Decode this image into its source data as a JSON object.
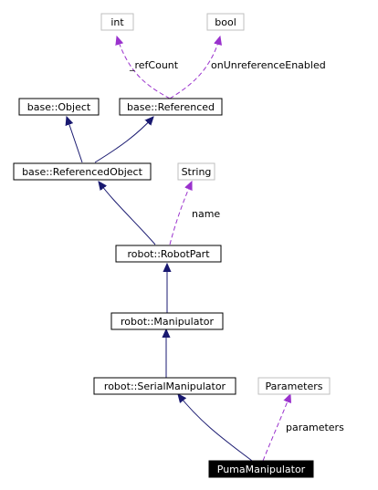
{
  "colors": {
    "inheritance_edge": "#191970",
    "member_edge": "#9a32cd",
    "node_border": "#000000",
    "external_node_border": "#bfbfbf",
    "focus_node_fill": "#000000",
    "focus_node_text": "#ffffff"
  },
  "nodes": {
    "int": "int",
    "bool": "bool",
    "base_object": "base::Object",
    "base_referenced": "base::Referenced",
    "base_referenced_object": "base::ReferencedObject",
    "string": "String",
    "robot_part": "robot::RobotPart",
    "manipulator": "robot::Manipulator",
    "serial_manipulator": "robot::SerialManipulator",
    "parameters": "Parameters",
    "puma_manipulator": "PumaManipulator"
  },
  "edge_labels": {
    "ref_count": "_refCount",
    "on_unreference_enabled": "onUnreferenceEnabled",
    "name": "name",
    "parameters": "parameters"
  }
}
